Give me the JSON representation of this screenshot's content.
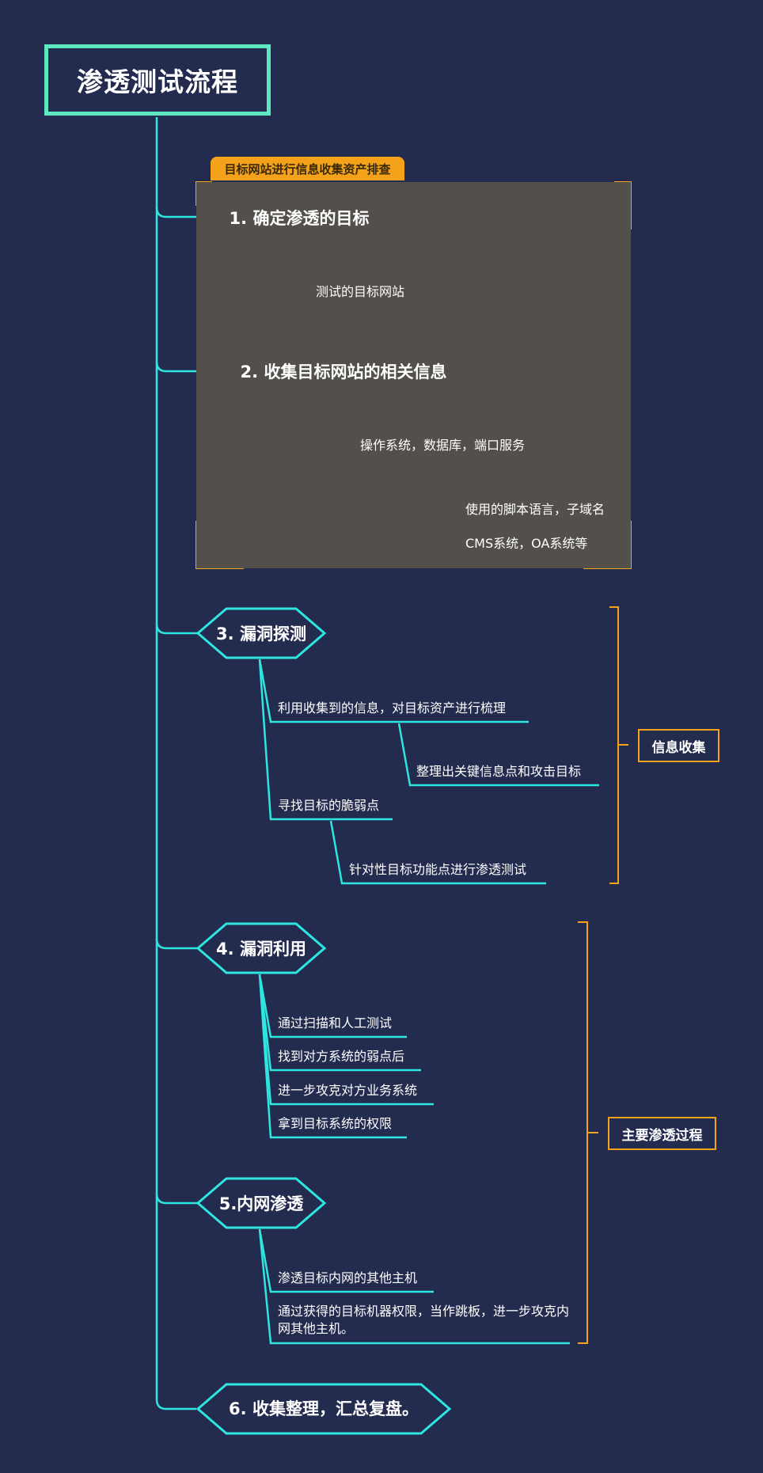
{
  "title": "渗透测试流程",
  "summary_tag": "目标网站进行信息收集资产排查",
  "steps": [
    {
      "label": "1. 确定渗透的目标",
      "children": [
        "测试的目标网站"
      ]
    },
    {
      "label": "2. 收集目标网站的相关信息",
      "children": [
        "操作系统，数据库，端口服务",
        "使用的脚本语言，子域名",
        "CMS系统，OA系统等"
      ]
    },
    {
      "label": "3. 漏洞探测",
      "children": [
        "利用收集到的信息，对目标资产进行梳理",
        "整理出关键信息点和攻击目标",
        "寻找目标的脆弱点",
        "针对性目标功能点进行渗透测试"
      ]
    },
    {
      "label": "4. 漏洞利用",
      "children": [
        "通过扫描和人工测试",
        "找到对方系统的弱点后",
        "进一步攻克对方业务系统",
        "拿到目标系统的权限"
      ]
    },
    {
      "label": "5.内网渗透",
      "children": [
        "渗透目标内网的其他主机",
        "通过获得的目标机器权限，当作跳板，进一步攻克内网其他主机。"
      ]
    },
    {
      "label": "6. 收集整理，汇总复盘。",
      "children": []
    }
  ],
  "brackets": [
    {
      "label": "信息收集"
    },
    {
      "label": "主要渗透过程"
    }
  ],
  "colors": {
    "background": "#232b4e",
    "root_border": "#5ee8c2",
    "connector": "#2ee6e0",
    "accent": "#f5a21b",
    "summary_fill": "#53504b"
  }
}
